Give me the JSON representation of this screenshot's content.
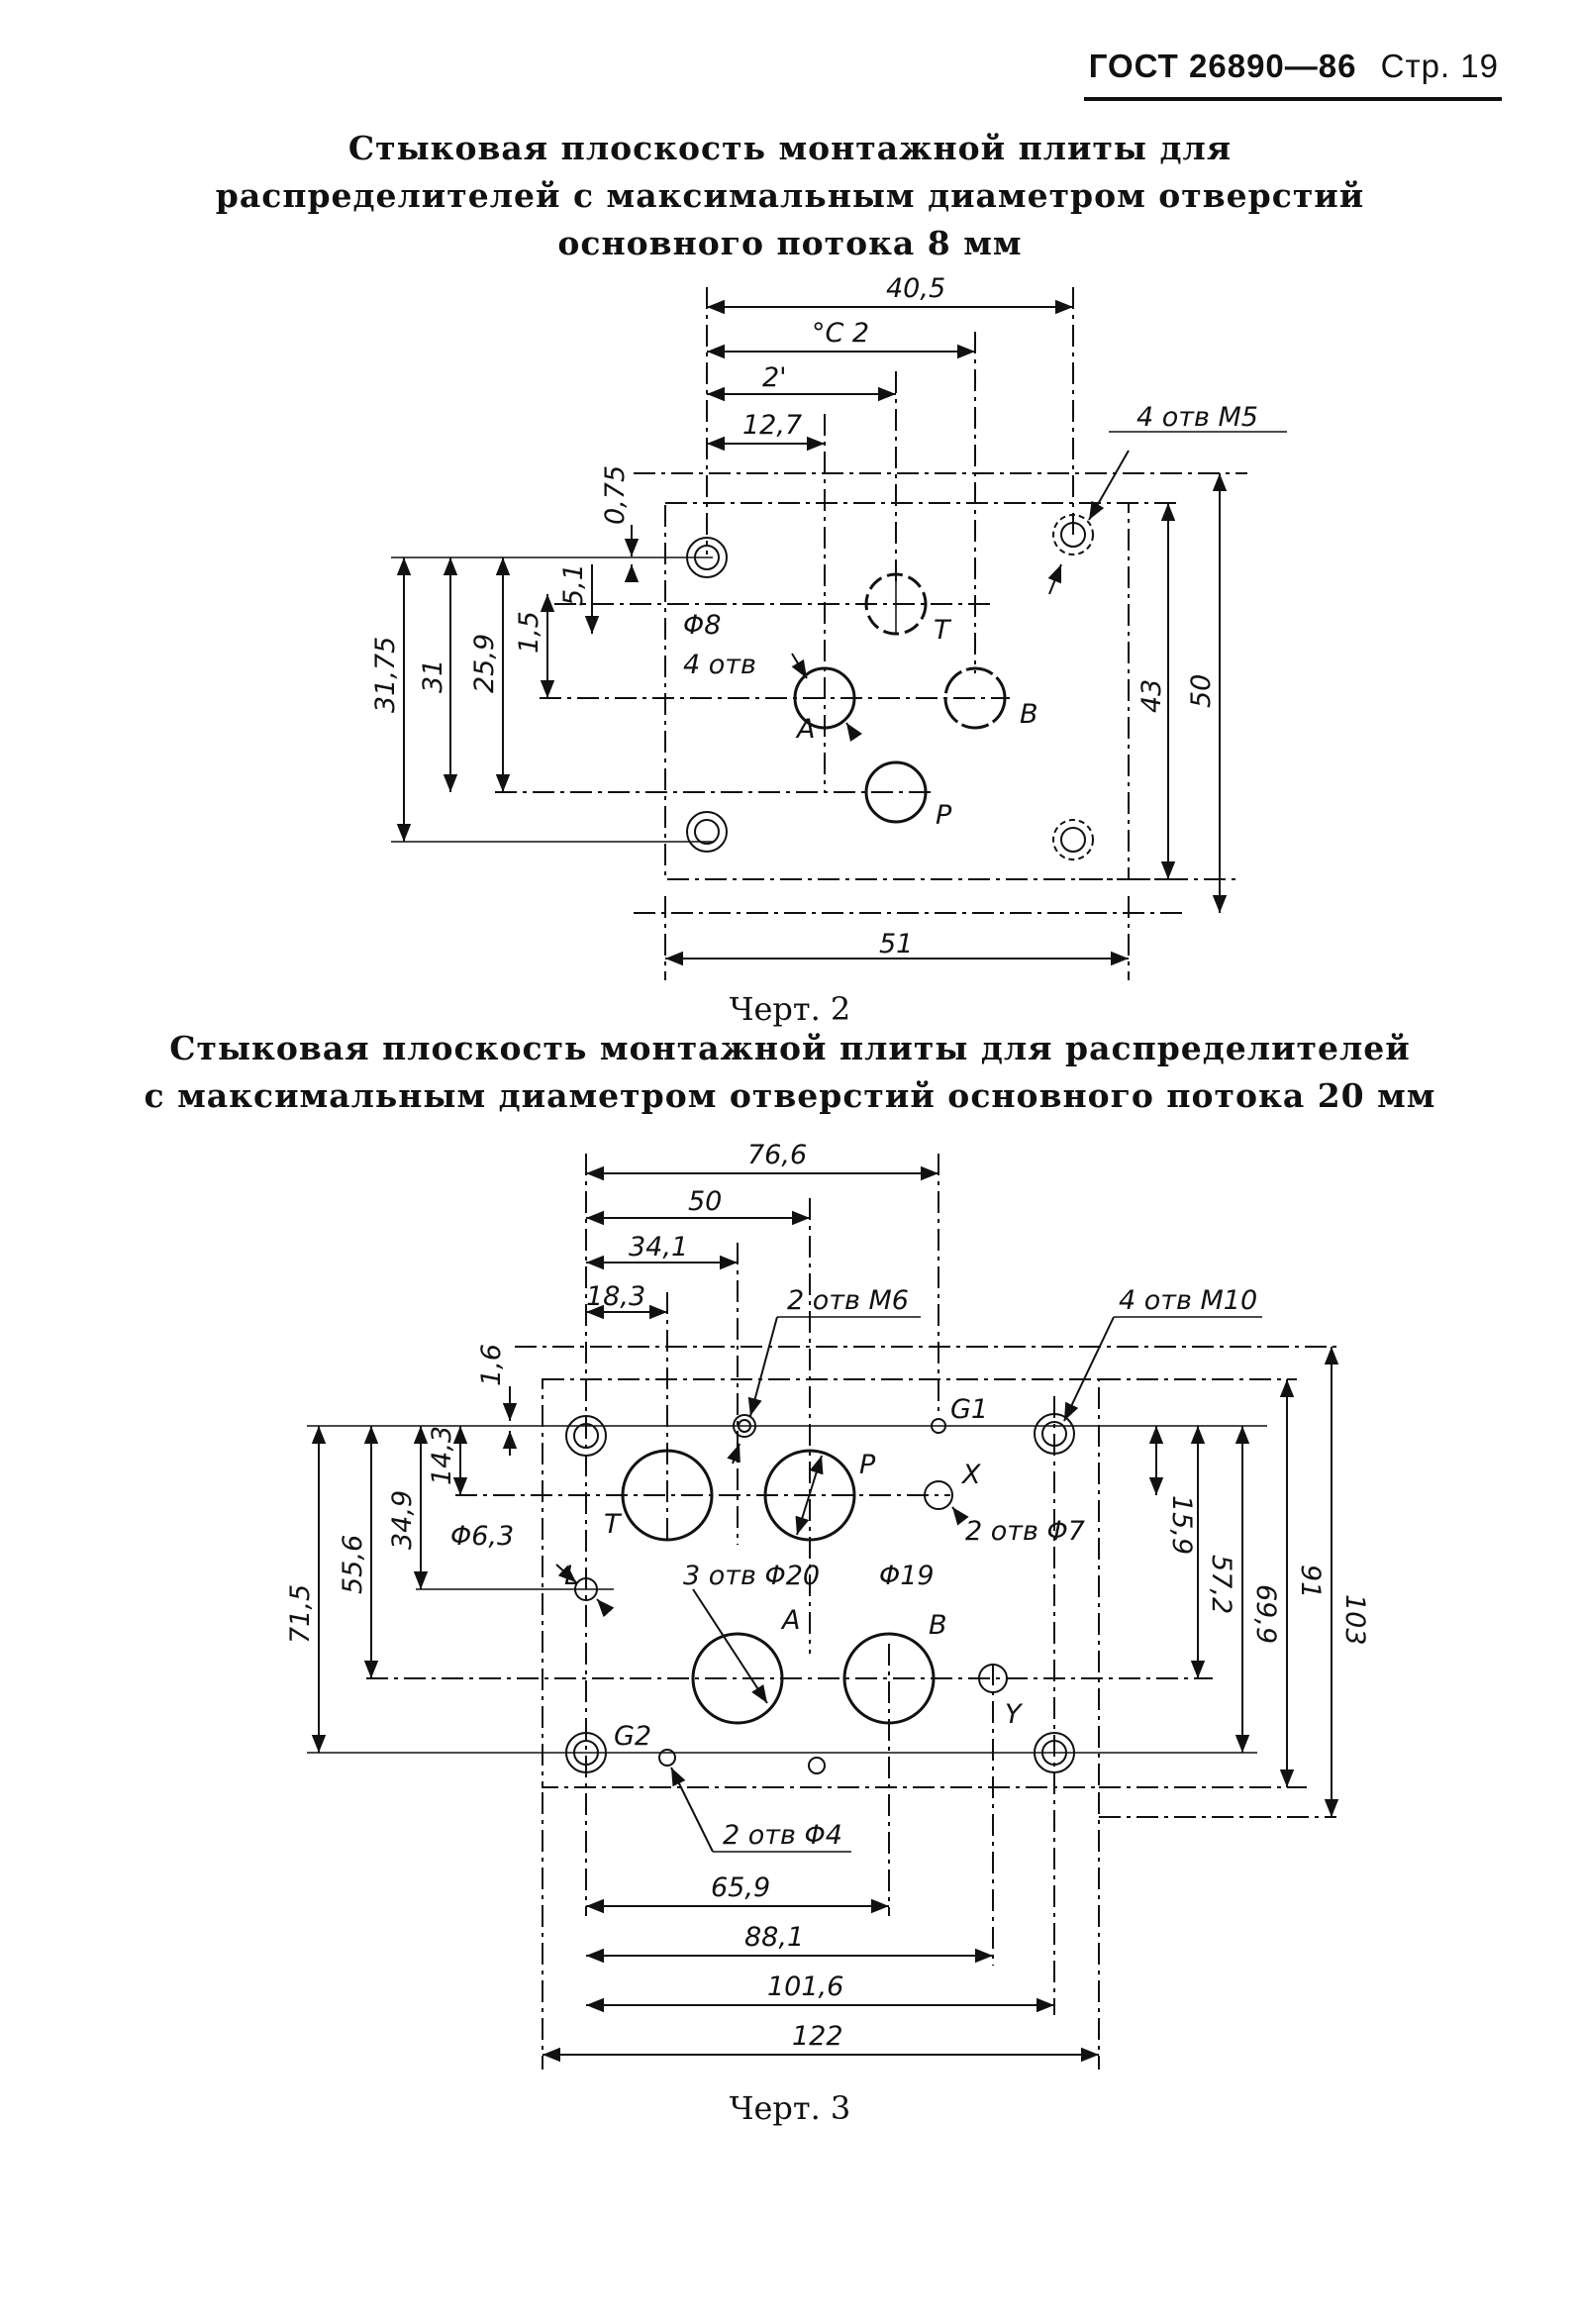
{
  "header": {
    "standard": "ГОСТ 26890—86",
    "page": "Стр. 19"
  },
  "figure2": {
    "title": [
      "Стыковая плоскость монтажной плиты для",
      "распределителей с максимальным диаметром отверстий",
      "основного потока 8 мм"
    ],
    "caption": "Черт. 2",
    "dims": {
      "d40_5": "40,5",
      "d30_2": "°С 2",
      "d21": "2'",
      "d12_7": "12,7",
      "d0_75": "0,75",
      "d5_1": "5,1",
      "d15_5": "1,5",
      "d31_75": "31,75",
      "d31": "31",
      "d25_9": "25,9",
      "d43": "43",
      "d50": "50",
      "d51": "51",
      "holes_m5": "4 отв М5",
      "phi8": "Φ8",
      "holes4": "4 отв",
      "lbl_A": "A",
      "lbl_B": "B",
      "lbl_T": "T",
      "lbl_P": "P"
    }
  },
  "figure3": {
    "title": [
      "Стыковая плоскость монтажной плиты для распределителей",
      "с максимальным диаметром отверстий основного потока 20 мм"
    ],
    "caption": "Черт. 3",
    "dims": {
      "d76_6": "76,6",
      "d50": "50",
      "d34_1": "34,1",
      "d18_3": "18,3",
      "holes_m6": "2 отв М6",
      "holes_m10": "4 отв М10",
      "d1_6": "1,6",
      "d14_3": "14,3",
      "d34_9": "34,9",
      "d55_6": "55,6",
      "d71_5": "71,5",
      "d15_9": "15,9",
      "d57_2": "57,2",
      "d69_9": "69,9",
      "d91": "91",
      "d103": "103",
      "phi6_3": "Φ6,3",
      "holes_phi20": "3 отв Φ20",
      "phi19": "Φ19",
      "holes_phi7": "2 отв Φ7",
      "holes_phi4": "2 отв Φ4",
      "d65_9": "65,9",
      "d88_1": "88,1",
      "d101_6": "101,6",
      "d122": "122",
      "lbl_T": "T",
      "lbl_P": "P",
      "lbl_A": "A",
      "lbl_B": "B",
      "lbl_L": "L",
      "lbl_X": "X",
      "lbl_Y": "Y",
      "lbl_G1": "G1",
      "lbl_G2": "G2"
    }
  }
}
